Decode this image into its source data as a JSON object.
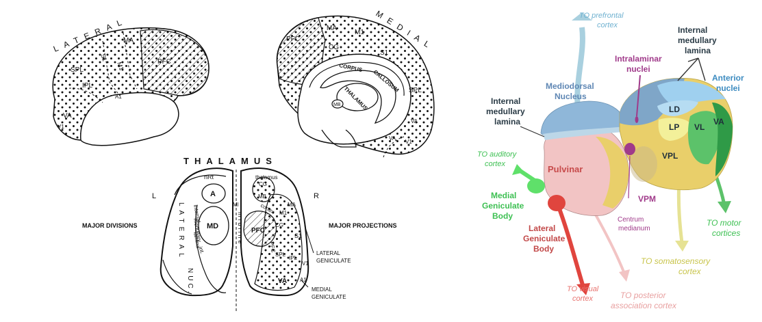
{
  "left_figure": {
    "lateral": {
      "title": "LATERAL",
      "labels": {
        "spl": "SPL",
        "s1": "S1",
        "ma": "MA",
        "m1": "M1",
        "pfc": "PFC",
        "ipl": "IPL",
        "a1": "A1",
        "va": "VA",
        "v1": "V1"
      }
    },
    "medial": {
      "title": "MEDIAL",
      "labels": {
        "ma": "MA",
        "m1": "M1",
        "pfc": "PFC",
        "cg": "CG",
        "s1": "S1",
        "corpus": "CORPUS",
        "callosum": "CALLOSUM",
        "thalamus": "THALAMUS",
        "mb": "MB",
        "spl": "SPL",
        "va": "VA",
        "va2": "VA",
        "v1": "V1"
      }
    },
    "thalamus": {
      "title": "THALAMUS",
      "left_side": "L",
      "right_side": "R",
      "left_caption": "MAJOR DIVISIONS",
      "right_caption": "MAJOR PROJECTIONS",
      "labels": {
        "nrt": "nRt",
        "a": "A",
        "md": "MD",
        "lateral": "LATERAL",
        "nuc": "NUC.",
        "medullary": "medullary",
        "internal": "internal",
        "int": "int.",
        "lamina": "lamina",
        "ml": "Ml",
        "midline": "midline",
        "thalamus_small": "thalamus",
        "cortex": "cortex",
        "cg": "CG",
        "mb": "MB",
        "pfc": "PFC",
        "ma": "MA",
        "m1": "M1",
        "s1": "S1",
        "cg2": "CG",
        "spl": "SPL",
        "ipl": "IPL",
        "va": "VA",
        "v1": "V1",
        "a1": "A1",
        "pfc2": "PFC"
      },
      "lateral_geniculate": [
        "LATERAL",
        "GENICULATE"
      ],
      "medial_geniculate": [
        "MEDIAL",
        "GENICULATE"
      ]
    }
  },
  "right_figure": {
    "to_prefrontal": [
      "TO prefrontal",
      "cortex"
    ],
    "internal_lamina_top": [
      "Internal",
      "medullary",
      "lamina"
    ],
    "intralaminar": [
      "Intralaminar",
      "nuclei"
    ],
    "mediodorsal": [
      "Mediodorsal",
      "Nucleus"
    ],
    "anterior": [
      "Anterior",
      "nuclei"
    ],
    "internal_lamina_left": [
      "Internal",
      "medullary",
      "lamina"
    ],
    "nuclei": {
      "ld": "LD",
      "lp": "LP",
      "vl": "VL",
      "va": "VA",
      "vpl": "VPL"
    },
    "to_auditory": [
      "TO auditory",
      "cortex"
    ],
    "pulvinar": "Pulvinar",
    "medial_geniculate": [
      "Medial",
      "Geniculate",
      "Body"
    ],
    "lateral_geniculate": [
      "Lateral",
      "Geniculate",
      "Body"
    ],
    "vpm": "VPM",
    "centrum": [
      "Centrum",
      "medianum"
    ],
    "to_motor": [
      "TO motor",
      "cortices"
    ],
    "to_somatosensory": [
      "TO somatosensory",
      "cortex"
    ],
    "to_visual": [
      "TO visual",
      "cortex"
    ],
    "to_posterior": [
      "TO posterior",
      "association cortex"
    ],
    "colors": {
      "pulvinar": "#f2c4c4",
      "mediodorsal": "#8fb7d9",
      "anterior": "#9fd0ef",
      "yellow": "#e9cf6a",
      "green": "#5cc26a",
      "dark_green": "#2f9a47",
      "intralaminar": "#a03a8a",
      "mgb": "#5fe06a",
      "lgb": "#e0453e"
    }
  }
}
